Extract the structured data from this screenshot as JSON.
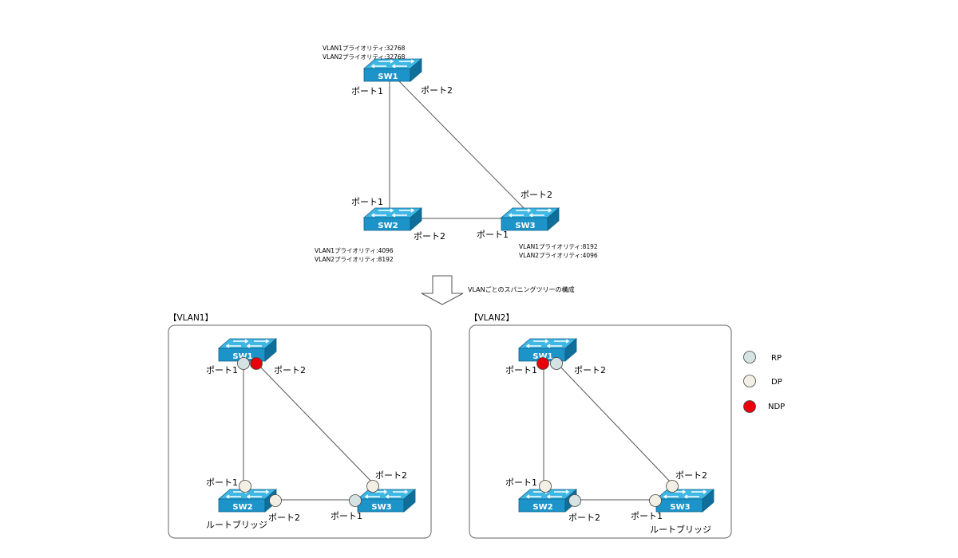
{
  "top": {
    "sw1_label": "SW1",
    "sw2_label": "SW2",
    "sw3_label": "SW3",
    "sw1_priority_vlan1": "VLAN1プライオリティ:32768",
    "sw1_priority_vlan2": "VLAN2プライオリティ:32768",
    "sw2_priority_vlan1": "VLAN1プライオリティ:4096",
    "sw2_priority_vlan2": "VLAN2プライオリティ:8192",
    "sw3_priority_vlan1": "VLAN1プライオリティ:8192",
    "sw3_priority_vlan2": "VLAN2プライオリティ:4096",
    "port1": "ポート1",
    "port2": "ポート2"
  },
  "arrow_caption": "VLANごとのスパニングツリーの構成",
  "vlan1": {
    "title": "【VLAN1】",
    "sw1_label": "SW1",
    "sw2_label": "SW2",
    "sw3_label": "SW3",
    "port1": "ポート1",
    "port2": "ポート2",
    "root_bridge": "ルートブリッジ",
    "port_roles": {
      "sw1_port1": "RP",
      "sw1_port2": "NDP",
      "sw2_port1": "DP",
      "sw2_port2": "DP",
      "sw3_port1": "RP",
      "sw3_port2": "DP"
    }
  },
  "vlan2": {
    "title": "【VLAN2】",
    "sw1_label": "SW1",
    "sw2_label": "SW2",
    "sw3_label": "SW3",
    "port1": "ポート1",
    "port2": "ポート2",
    "root_bridge": "ルートブリッジ",
    "port_roles": {
      "sw1_port1": "NDP",
      "sw1_port2": "RP",
      "sw2_port1": "DP",
      "sw2_port2": "RP",
      "sw3_port1": "DP",
      "sw3_port2": "DP"
    }
  },
  "legend": {
    "rp": "RP",
    "dp": "DP",
    "ndp": "NDP"
  },
  "colors": {
    "RP": "#d6e3e3",
    "DP": "#f4efe4",
    "NDP": "#e8000b",
    "switch_top": "#3fb7e4",
    "switch_front": "#1d94c9",
    "switch_side": "#0f6f9a"
  }
}
